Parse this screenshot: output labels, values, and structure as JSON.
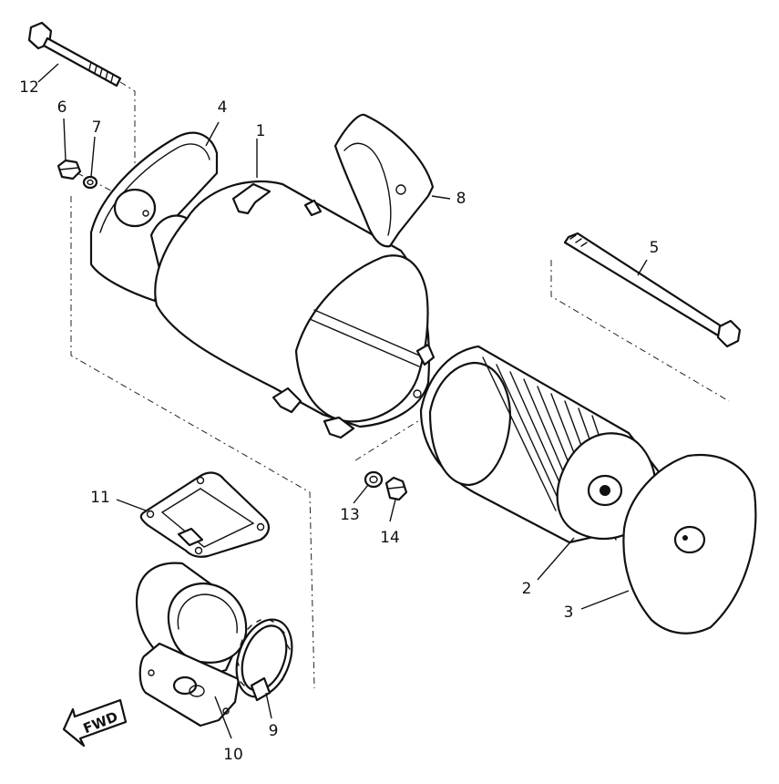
{
  "diagram": {
    "callouts": [
      {
        "id": "1",
        "label": "1"
      },
      {
        "id": "2",
        "label": "2"
      },
      {
        "id": "3",
        "label": "3"
      },
      {
        "id": "4",
        "label": "4"
      },
      {
        "id": "5",
        "label": "5"
      },
      {
        "id": "6",
        "label": "6"
      },
      {
        "id": "7",
        "label": "7"
      },
      {
        "id": "8",
        "label": "8"
      },
      {
        "id": "9",
        "label": "9"
      },
      {
        "id": "10",
        "label": "10"
      },
      {
        "id": "11",
        "label": "11"
      },
      {
        "id": "12",
        "label": "12"
      },
      {
        "id": "13",
        "label": "13"
      },
      {
        "id": "14",
        "label": "14"
      }
    ],
    "direction_arrow": {
      "label": "FWD"
    },
    "colors": {
      "line": "#111111",
      "background": "#ffffff"
    }
  }
}
